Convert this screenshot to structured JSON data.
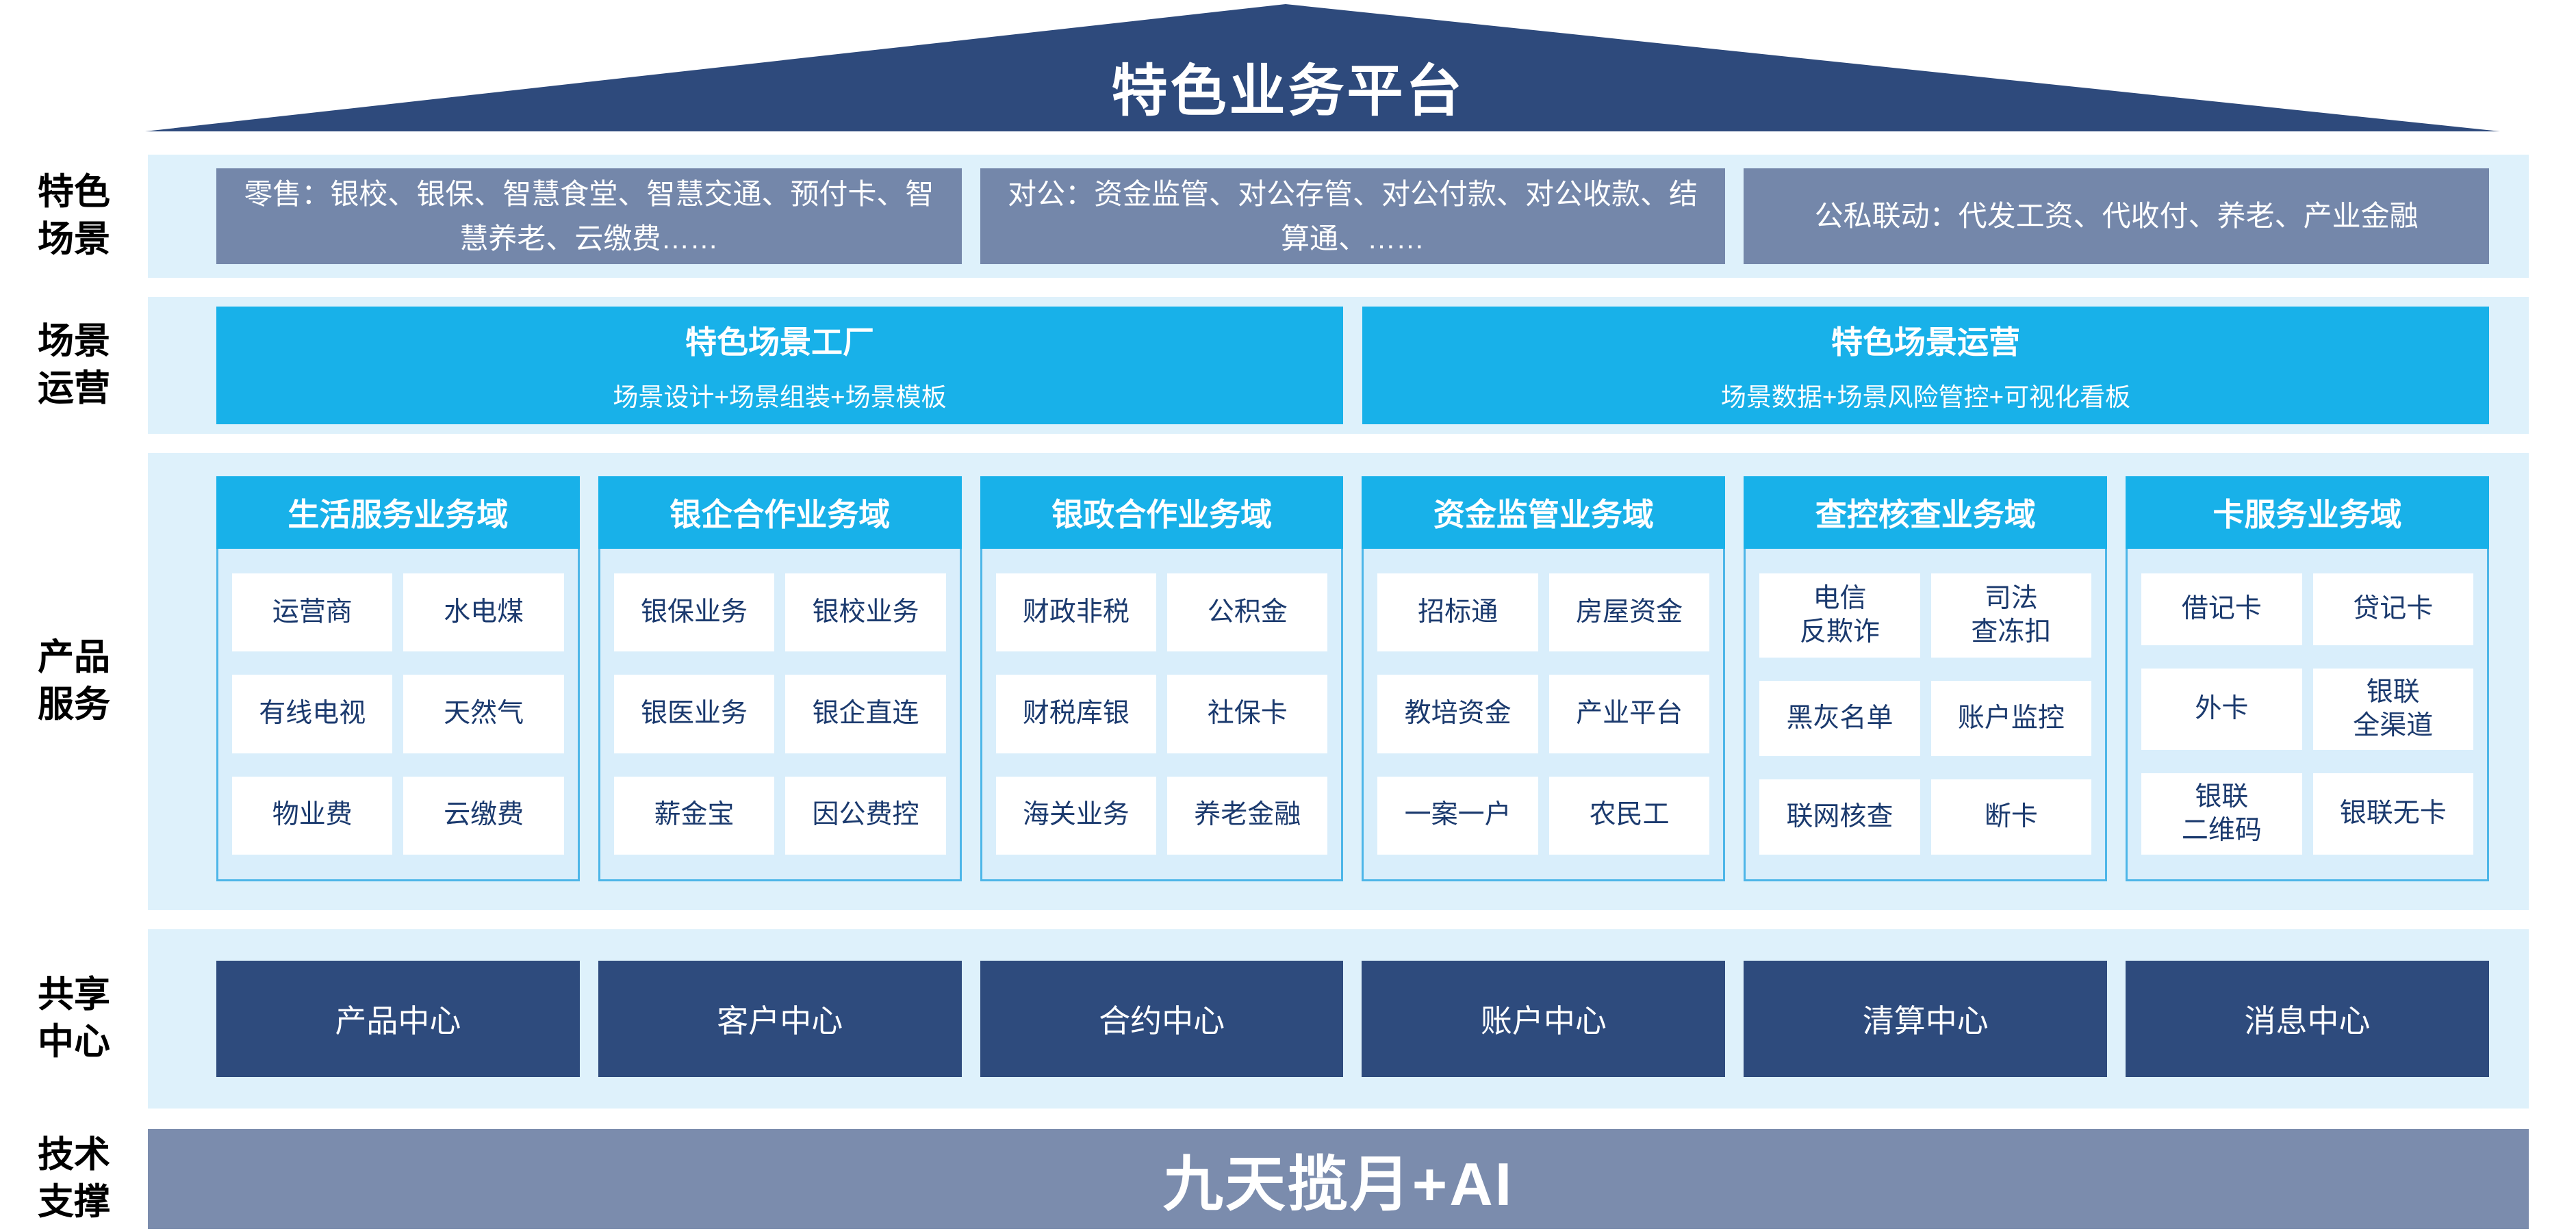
{
  "title": "特色业务平台",
  "rows": {
    "scenes": {
      "label": "特色\n场景",
      "boxes": [
        "零售：银校、银保、智慧食堂、智慧交通、预付卡、智慧养老、云缴费……",
        "对公：资金监管、对公存管、对公付款、对公收款、结算通、……",
        "公私联动：代发工资、代收付、养老、产业金融"
      ]
    },
    "operations": {
      "label": "场景\n运营",
      "boxes": [
        {
          "title": "特色场景工厂",
          "subtitle": "场景设计+场景组装+场景模板"
        },
        {
          "title": "特色场景运营",
          "subtitle": "场景数据+场景风险管控+可视化看板"
        }
      ]
    },
    "products": {
      "label": "产品\n服务",
      "domains": [
        {
          "header": "生活服务业务域",
          "cells": [
            "运营商",
            "水电煤",
            "有线电视",
            "天然气",
            "物业费",
            "云缴费"
          ]
        },
        {
          "header": "银企合作业务域",
          "cells": [
            "银保业务",
            "银校业务",
            "银医业务",
            "银企直连",
            "薪金宝",
            "因公费控"
          ]
        },
        {
          "header": "银政合作业务域",
          "cells": [
            "财政非税",
            "公积金",
            "财税库银",
            "社保卡",
            "海关业务",
            "养老金融"
          ]
        },
        {
          "header": "资金监管业务域",
          "cells": [
            "招标通",
            "房屋资金",
            "教培资金",
            "产业平台",
            "一案一户",
            "农民工"
          ]
        },
        {
          "header": "查控核查业务域",
          "cells": [
            "电信\n反欺诈",
            "司法\n查冻扣",
            "黑灰名单",
            "账户监控",
            "联网核查",
            "断卡"
          ]
        },
        {
          "header": "卡服务业务域",
          "cells": [
            "借记卡",
            "贷记卡",
            "外卡",
            "银联\n全渠道",
            "银联\n二维码",
            "银联无卡"
          ]
        }
      ]
    },
    "share": {
      "label": "共享\n中心",
      "centers": [
        "产品中心",
        "客户中心",
        "合约中心",
        "账户中心",
        "清算中心",
        "消息中心"
      ]
    },
    "tech": {
      "label": "技术\n支撑",
      "bar": "九天揽月+AI"
    }
  },
  "colors": {
    "roof": "#2e4a7c",
    "scene_box": "#7487aa",
    "band_bg": "#def1fb",
    "accent_cyan": "#18b1e9",
    "domain_body": "#d9eefb",
    "domain_border": "#4db6e8",
    "cell_text": "#1b3a6e",
    "center_box": "#2e4b7d",
    "tech_bar": "#7b8cad"
  }
}
